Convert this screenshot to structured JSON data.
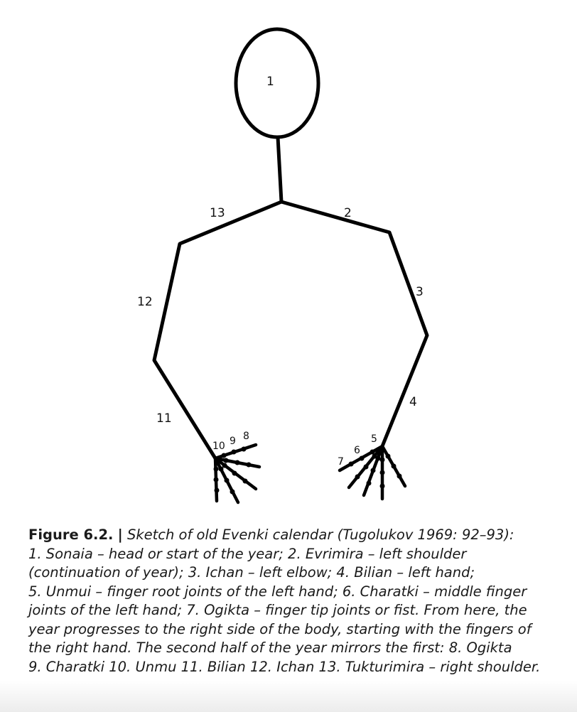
{
  "figure": {
    "labels": {
      "head": "1",
      "left_shoulder": "2",
      "left_elbow": "3",
      "left_hand": "4",
      "left_root": "5",
      "left_middle": "6",
      "left_tip": "7",
      "right_tip": "8",
      "right_middle": "9",
      "right_root": "10",
      "right_hand": "11",
      "right_elbow": "12",
      "right_shoulder": "13"
    }
  },
  "caption": {
    "label": "Figure 6.2.",
    "separator": "|",
    "lines": [
      "Sketch of old Evenki calendar (Tugolukov 1969: 92–93):",
      "1. Sonaia – head or start of the year; 2. Evrimira – left shoulder",
      "(continuation of year); 3. Ichan – left elbow; 4. Bilian – left hand;",
      "5. Unmui – finger root joints of the left hand; 6. Charatki – middle finger",
      "joints of the left hand; 7. Ogikta – finger tip joints or fist. From here, the",
      "year progresses to the right side of the body, starting with the fingers of",
      "the right hand. The second half of the year mirrors the first: 8. Ogikta",
      "9. Charatki 10. Unmu 11. Bilian 12. Ichan 13. Tukturimira – right shoulder."
    ]
  }
}
